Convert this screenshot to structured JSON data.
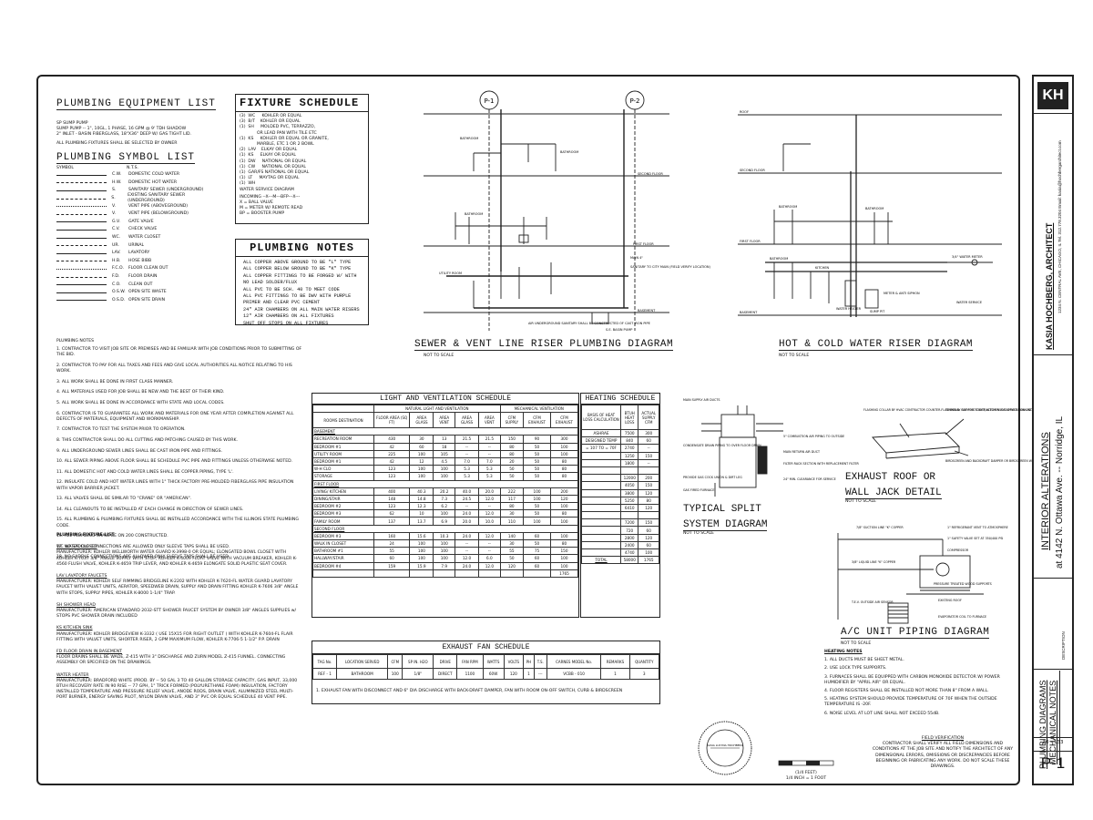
{
  "equipment": {
    "title": "PLUMBING EQUIPMENT LIST",
    "lines": [
      "SP     SUMP PUMP",
      "SUMP PUMP -- 1\", 10GL, 1 PHASE, 16 GPM @ 9' TDH SHADOW",
      "2\" INLET - BASIN FIBERGLASS, 18\"X36\" DEEP W/ GAS TIGHT LID.",
      "ALL PLUMBING FIXTURES SHALL BE SELECTED BY OWNER"
    ]
  },
  "symbols": {
    "title": "PLUMBING SYMBOL LIST",
    "header": [
      "SYMBOL",
      "N.T.S."
    ],
    "items": [
      {
        "code": "C.W.",
        "label": "DOMESTIC COLD WATER"
      },
      {
        "code": "H.W.",
        "label": "DOMESTIC HOT WATER"
      },
      {
        "code": "S.",
        "label": "SANITARY SEWER (UNDERGROUND)"
      },
      {
        "code": "S.",
        "label": "EXISTING SANITARY SEWER (UNDERGROUND)"
      },
      {
        "code": "V.",
        "label": "VENT PIPE (ABOVEGROUND)"
      },
      {
        "code": "V.",
        "label": "VENT PIPE (BELOWGROUND)"
      },
      {
        "code": "G.V.",
        "label": "GATE VALVE"
      },
      {
        "code": "C.V.",
        "label": "CHECK VALVE"
      },
      {
        "code": "WC.",
        "label": "WATER CLOSET"
      },
      {
        "code": "UR.",
        "label": "URINAL"
      },
      {
        "code": "LAV.",
        "label": "LAVATORY"
      },
      {
        "code": "H.B.",
        "label": "HOSE BIBB"
      },
      {
        "code": "F.C.O.",
        "label": "FLOOR CLEAN OUT"
      },
      {
        "code": "F.D.",
        "label": "FLOOR DRAIN"
      },
      {
        "code": "C.O.",
        "label": "CLEAN OUT"
      },
      {
        "code": "O.S.W.",
        "label": "OPEN SITE WASTE"
      },
      {
        "code": "O.S.D.",
        "label": "OPEN SITE DRAIN"
      }
    ]
  },
  "fixtures": {
    "title": "FIXTURE SCHEDULE",
    "lines": [
      "(3)  WC     KOHLER OR EQUAL",
      "(3)  B/T    KOHLER OR EQUAL",
      "(1)  SH     MOLDED PVC, TERRAZZO,",
      "             OR LEAD PAN WITH TILE ETC",
      "(1)  KS     KOHLER OR EQUAL OR GRANITE,",
      "             MARBLE, ETC 1 OR 2 BOWL",
      "(2)  LAV    ELKAY OR EQUAL",
      "(1)  KS     ELKAY OR EQUAL",
      "(1)  DW     NATIONAL OR EQUAL",
      "(1)  CW     NATIONAL OR EQUAL",
      "(1)  GAR/FS NATIONAL OR EQUAL",
      "(1)  LT     MAYTAG OR EQUAL",
      "(1)  WH",
      "WATER SERVICE DIAGRAM"
    ],
    "service_line": "INCOMING --X---M---BFP---X---",
    "legend": [
      "X = BALL VALVE",
      "M = METER W/ REMOTE READ",
      "BP = BOOSTER PUMP"
    ]
  },
  "plumbing_notes": {
    "title": "PLUMBING NOTES",
    "lines": [
      "ALL COPPER ABOVE GROUND TO BE \"L\" TYPE",
      "ALL COPPER BELOW GROUND TO BE \"K\" TYPE",
      "ALL COPPER FITTINGS TO BE FORGED W/ WITH",
      "NO LEAD SOLDER/FLUX",
      "ALL PVC TO BE SCH. 40 TO MEET CODE",
      "ALL PVC FITTINGS TO BE DWV WITH PURPLE",
      "PRIMER AND CLEAR PVC CEMENT",
      "24\" AIR CHAMBERS ON ALL MAIN WATER RISERS",
      "12\" AIR CHAMBERS ON ALL FIXTURES",
      "SHUT OFF STOPS ON ALL FIXTURES"
    ]
  },
  "general_notes": {
    "title": "PLUMBING NOTES",
    "items": [
      "1. CONTRACTOR TO VISIT JOB SITE OR PREMISES AND BE FAMILIAR WITH JOB CONDITIONS PRIOR TO SUBMITTING OF THE BID.",
      "2. CONTRACTOR TO PAY FOR ALL TAXES AND FEES AND GIVE LOCAL AUTHORITIES ALL NOTICE RELATING TO HIS WORK.",
      "3. ALL WORK SHALL BE DONE IN FIRST CLASS MANNER.",
      "4. ALL MATERIALS USED FOR JOB SHALL BE NEW AND THE BEST OF THEIR KIND.",
      "5. ALL WORK SHALL BE DONE IN ACCORDANCE WITH STATE AND LOCAL CODES.",
      "6. CONTRACTOR IS TO GUARANTEE ALL WORK AND MATERIALS FOR ONE YEAR AFTER COMPLETION AGAINST ALL DEFECTS OF MATERIALS, EQUIPMENT AND WORKMANSHIP.",
      "7. CONTRACTOR TO TEST THE SYSTEM PRIOR TO OPERATION.",
      "8. THIS CONTRACTOR SHALL DO ALL CUTTING AND PATCHING CAUSED BY THIS WORK.",
      "9. ALL UNDERGROUND SEWER LINES SHALL BE CAST IRON PIPE AND FITTINGS.",
      "10. ALL SEWER PIPING ABOVE FLOOR SHALL BE SCHEDULE PVC PIPE AND FITTINGS UNLESS OTHERWISE NOTED.",
      "11. ALL DOMESTIC HOT AND COLD WATER LINES SHALL BE COPPER PIPING, TYPE 'L'.",
      "12. INSULATE COLD AND HOT WATER LINES WITH 1\" THICK FACTORY PRE-MOLDED FIBERGLASS PIPE INSULATION WITH VAPOR BARRIER JACKET.",
      "13. ALL VALVES SHALL BE SIMILAR TO \"CRANE\" OR \"AMERICAN\".",
      "14. ALL CLEANOUTS TO BE INSTALLED AT EACH CHANGE IN DIRECTION OF SEWER LINES.",
      "15. ALL PLUMBING & PLUMBING FIXTURES SHALL BE INSTALLED ACCORDANCE WITH THE ILLINOIS STATE PLUMBING CODE.",
      "16. ALL PLUMBING SHALL BE ON 200 CONSTRUCTED.",
      "17. NO SADDLE CONNECTIONS ARE ALLOWED ONLY SLEEVE TAPS SHALL BE USED.",
      "18. NO SADDLE CONNECTIONS ARE ALLOWED ONLY SLEEVE TAPS SHALL BE USED."
    ]
  },
  "fixture_list": {
    "title": "PLUMBING FIXTURE LIST",
    "entries": [
      {
        "head": "WC    WATER CLOSET",
        "body": "MANUFACTURER: KOHLER WELLWORTH WATER GUARD K-3998-0 OR EQUAL; ELONGATED BOWL CLOSET WITH KOHLER K-7637 3/8\" ANGLE SUPPLY WITH STOP, KOHLER K-4009 FLOAT VALVE WITH VACUUM BREAKER, KOHLER K-4560 FLUSH VALVE, KOHLER K-4659 TRIP LEVER, AND KOHLER K-4659 ELONGATE SOLID PLASTIC SEAT COVER."
      },
      {
        "head": "LAV   LAVATORY FAUCETS",
        "body": "MANUFACTURER: KOHLER SELF RIMMING BRIDGELINE K-2202 WITH KOHLER K-7620-FL WATER GUARD LAVATORY FAUCET WITH VALVET UNITS, AERATOR, SPEEDWEB DRAIN, SUPPLY AND DRAIN FITTING KOHLER K-7606 3/8\" ANGLE WITH STOPS, SUPPLY PIPES, KOHLER K-8000 1-1/4\" TRAP."
      },
      {
        "head": "SH    SHOWER HEAD",
        "body": "MANUFACTURER: AMERICAN STANDARD 2032-STT SHOWER FAUCET SYSTEM BY OWNER 3/8\" ANGLES SUPPLIES w/ STOPS PVC SHOWER DRAIN INCLUDED"
      },
      {
        "head": "KS    KITCHEN SINK",
        "body": "MANUFACTURER: KOHLER BRIDGEVIEW K-3332 ( USE 15X15 FOR RIGHT OUTLET ) WITH KOHLER K-7604-FL FLAIR FITTING WITH VALVET UNITS, SHORTER RISER, 2 GPM MAXIMUM FLOW, KOHLER K-7706-5 1-1/2\" P.P. DRAIN"
      },
      {
        "head": "FD    FLOOR DRAIN IN BASEMENT",
        "body": "FLOOR DRAINS SHALL BE WADE, Z-415 WITH 3\" DISCHARGE AND ZURN MODEL Z-415 FUNNEL. CONNECTING ASSEMBLY OR SPECIFIED ON THE DRAWINGS."
      },
      {
        "head": "WATER HEATER",
        "body": "MANUFACTURER: BRADFORD WHITE (PROD. BY -- 50 GAL 3 TO 40 GALLON STORAGE CAPACITY, GAS INPUT, 33,000 BTUH RECOVERY RATE IN 90 RISE -- 77 GPH, 1\" TRICK FORMED (POLYURETHANE FOAM) INSULATION, FACTORY INSTALLED TEMPERATURE AND PRESSURE RELIEF VALVE, ANODE RODS, DRAIN VALVE, ALUMINIZED STEEL MULTI-PORT BURNER, ENERGY SAVING PILOT, NYLON DRAIN VALVE, AND 3\" PVC OR EQUAL SCHEDULE 40 VENT PIPE."
      }
    ]
  },
  "sewer": {
    "title": "SEWER & VENT LINE RISER PLUMBING DIAGRAM",
    "sub": "NOT TO SCALE",
    "marker1": "P-1",
    "marker2": "P-2",
    "labels": [
      "BATHROOM",
      "BATHROOM",
      "SECOND FLOOR",
      "BATHROOM",
      "FIRST FLOOR",
      "UTILITY ROOM",
      "BASEMENT",
      "AIR UNDERGROUND SANITARY SHALL BE CONSTRUCTED OF CAST IRON PIPE",
      "S.E. BASIN PUMP",
      "SANITARY TO CITY MAIN (FIELD VERIFY LOCATION)",
      "MAIN 4\""
    ]
  },
  "water": {
    "title": "HOT & COLD WATER RISER DIAGRAM",
    "sub": "NOT TO SCALE",
    "labels": [
      "ROOF",
      "SECOND FLOOR",
      "BATHROOM",
      "BATHROOM",
      "FIRST FLOOR",
      "BASEMENT",
      "BATHROOM",
      "KITCHEN",
      "METER & ANTI SIPHON",
      "WATER HEATER",
      "SUMP PIT",
      "3/4\" WATER METER",
      "WATER SERVICE"
    ]
  },
  "light_vent": {
    "title": "LIGHT AND VENTILATION SCHEDULE",
    "groups": [
      "NATURAL LIGHT AND VENTILATION",
      "MECHANICAL VENTILATION"
    ],
    "headers": [
      "ROOMS DESTINATION",
      "FLOOR AREA (SQ FT)",
      "AREA GLASS",
      "AREA VENT",
      "AREA GLASS",
      "AREA VENT",
      "CFM SUPPLY",
      "CFM EXHAUST",
      "CFM EXHAUST"
    ],
    "sections": [
      {
        "name": "BASEMENT",
        "rows": [
          [
            "RECREATION ROOM",
            "430",
            "30",
            "13",
            "21.5",
            "21.5",
            "150",
            "90",
            "300"
          ],
          [
            "BEDROOM #1",
            "42",
            "60",
            "18",
            "--",
            "--",
            "80",
            "50",
            "100"
          ],
          [
            "UTILITY ROOM",
            "225",
            "100",
            "105",
            "--",
            "--",
            "80",
            "50",
            "100"
          ],
          [
            "BEDROOM #1",
            "42",
            "12",
            "4.5",
            "7.0",
            "7.0",
            "20",
            "50",
            "80"
          ],
          [
            "W-H CLO",
            "123",
            "100",
            "100",
            "5.3",
            "5.3",
            "50",
            "50",
            "80"
          ],
          [
            "STORAGE",
            "123",
            "100",
            "100",
            "5.3",
            "5.3",
            "50",
            "50",
            "80"
          ]
        ]
      },
      {
        "name": "FIRST FLOOR",
        "rows": [
          [
            "LIVING/ KITCHEN",
            "400",
            "40.3",
            "20.2",
            "40.0",
            "20.0",
            "222",
            "100",
            "200"
          ],
          [
            "DINING/STAIR",
            "148",
            "14.8",
            "7.3",
            "24.5",
            "12.0",
            "117",
            "100",
            "120"
          ],
          [
            "BEDROOM #2",
            "123",
            "12.3",
            "6.2",
            "--",
            "--",
            "80",
            "50",
            "100"
          ],
          [
            "BEDROOM #3",
            "62",
            "10",
            "100",
            "24.0",
            "12.0",
            "30",
            "50",
            "80"
          ],
          [
            "FAMILY ROOM",
            "137",
            "13.7",
            "6.9",
            "20.0",
            "10.0",
            "110",
            "100",
            "100"
          ]
        ]
      },
      {
        "name": "SECOND FLOOR",
        "rows": [
          [
            "BEDROOM #3",
            "160",
            "15.6",
            "10.3",
            "24.0",
            "12.0",
            "140",
            "60",
            "100"
          ],
          [
            "WALK IN CLOSET",
            "24",
            "100",
            "100",
            "--",
            "--",
            "30",
            "50",
            "80"
          ],
          [
            "BATHROOM #1",
            "55",
            "100",
            "100",
            "--",
            "--",
            "55",
            "75",
            "150"
          ],
          [
            "HALLWAY/STAIR",
            "60",
            "100",
            "100",
            "12.0",
            "6.0",
            "50",
            "60",
            "100"
          ],
          [
            "BEDROOM #4",
            "159",
            "15.9",
            "7.9",
            "24.0",
            "12.0",
            "120",
            "60",
            "100"
          ]
        ]
      }
    ],
    "total": "1765"
  },
  "heating": {
    "title": "HEATING SCHEDULE",
    "headers": [
      "BASIS OF HEAT LOSS CALCULATION",
      "BTUH HEAT LOSS",
      "ACTUAL SUPPLY CFM"
    ],
    "basis": [
      "ASHRAE",
      "DESIGNED TEMP",
      "= 107 TO = 70F"
    ],
    "rows": [
      [
        "7500",
        "300"
      ],
      [
        "840",
        "60"
      ],
      [
        "2740",
        "--"
      ],
      [
        "1250",
        "150"
      ],
      [
        "1800",
        "--"
      ],
      [
        "",
        ""
      ],
      [
        "12000",
        "200"
      ],
      [
        "4050",
        "150"
      ],
      [
        "3800",
        "120"
      ],
      [
        "5250",
        "80"
      ],
      [
        "6410",
        "120"
      ],
      [
        "",
        ""
      ],
      [
        "7200",
        "150"
      ],
      [
        "720",
        "60"
      ],
      [
        "2800",
        "120"
      ],
      [
        "2400",
        "60"
      ],
      [
        "4740",
        "100"
      ],
      [
        "58000",
        "1765"
      ]
    ],
    "total_label": "TOTAL"
  },
  "exhaust": {
    "title": "EXHAUST FAN SCHEDULE",
    "headers": [
      "TAG No.",
      "LOCATION SERVED",
      "CFM",
      "SP IN. H2O",
      "DRIVE",
      "FAN RPM",
      "WATTS",
      "VOLTS",
      "PH",
      "T.S.",
      "CARNES MODEL No.",
      "REMARKS",
      "QUANTITY"
    ],
    "row": [
      "REF - 1",
      "BATHROOM",
      "100",
      "1/8\"",
      "DIRECT",
      "1100",
      "60W",
      "120",
      "1",
      "---",
      "VCBB - 010",
      "1",
      "3"
    ],
    "footnote": "1.  EXHAUST FAN WITH DISCONNECT AND 6\" DIA DISCHARGE WITH BACK-DRAFT DAMPER, FAN WITH ROOM ON-OFF SWITCH, CURB & BIRDSCREEN"
  },
  "split": {
    "title1": "TYPICAL SPLIT",
    "title2": "SYSTEM DIAGRAM",
    "sub": "NOT TO SCALE",
    "labels": [
      "MAIN SUPPLY AIR DUCTS",
      "CONDENSATE DRAIN PIPING TO OVER FLOOR DRAIN",
      "PROVIDE GAS COCK UNION & DIRT LEG",
      "GAS FIRED FURNACE",
      "5\" COMBUSTION AIR PIPING TO OUTSIDE",
      "MAIN RETURN AIR DUCT",
      "FILTER RACK SECTION WITH REPLACEMENT FILTER",
      "24\" MIN. CLEARANCE FOR SERVICE"
    ]
  },
  "exhaust_roof": {
    "title1": "EXHAUST ROOF OR",
    "title2": "WALL JACK DETAIL",
    "sub": "NOT TO SCALE",
    "labels": [
      "FLASHING COLLAR BY HVAC CONTRACTOR COUNTER-FLASHING BY ROOFING CONTRACTOR ROOF APPLICATION ONLY",
      "TERMINAL CAP FOR TOILET, KITCHEN AND DRYER EXHAUST, TERMINATE AT WALL",
      "BIRDSCREEN AND BACKDRAFT DAMPER OR BIRDSCREEN WHEN USED FOR DRYER VENT"
    ]
  },
  "ac": {
    "title": "A/C UNIT PIPING DIAGRAM",
    "sub": "NOT TO SCALE",
    "labels": [
      "7/8\" SUCTION LINE \"K\" COPPER",
      "1\" REFRIGERANT VENT TO ATMOSPHERE",
      "1\" SAFETY VALVE SET AT 350/400 PSI",
      "COMPRESSOR",
      "3/8\" LIQUID LINE \"K\" COPPER",
      "PRESSURE TREATED WOOD SUPPORTS",
      "EXISTING ROOF",
      "T.E.V. OUTSIDE AIR SENSOR",
      "EVAPORATOR COIL TO FURNACE"
    ]
  },
  "heating_notes": {
    "title": "HEATING NOTES",
    "items": [
      "1. ALL DUCTS MUST BE SHEET METAL.",
      "2. USE LOCK TYPE SUPPORTS.",
      "3. FURNACES SHALL BE EQUIPPED WITH CARBON MONOXIDE DETECTOR W/ POWER HUMIDIFIER BY \"APRIL AIR\" OR EQUAL.",
      "4. FLOOR REGISTERS SHALL BE INSTALLED NOT MORE THAN 8\" FROM A WALL.",
      "5. HEATING SYSTEM SHOULD PROVIDE TEMPERATURE OF 70F WHEN THE OUTSIDE TEMPERATURE IS -20F.",
      "6. NOISE LEVEL AT LOT LINE SHALL NOT EXCEED 55dB."
    ]
  },
  "field_verification": {
    "title": "FIELD VERIFICATION",
    "text": "CONTRACTOR SHALL VERIFY ALL FIELD DIMENSIONS AND CONDITIONS AT THE JOB SITE AND NOTIFY THE ARCHITECT OF ANY DIMENSIONAL ERRORS, OMISSIONS OR DISCREPANCIES BEFORE BEGINNING OR FABRICATING ANY WORK. DO NOT SCALE THESE DRAWINGS."
  },
  "scale": {
    "label": "(1/4 FEET)",
    "value": "1/4 INCH = 1 FOOT"
  },
  "seal": {
    "text": "KASIA LUCYNA HOCHBERG 001-019866 LICENSED ARCHITECT STATE OF ILLINOIS"
  },
  "title_block": {
    "logo": "KH",
    "firm": "KASIA HOCHBERG, ARCHITECT",
    "firm_details": "1234 N. CENTRAL AVE, CHICAGO, IL  Tel. 312.778.3204  Email: kasia@hochbergarchitect.com",
    "project": "INTERIOR ALTERATIONS",
    "address": "at 4142 N. Ottawa Ave. -- Norridge, IL",
    "revisions_label": "DESCRIPTION",
    "drawing_title1": "PLUMBING DIAGRAMS",
    "drawing_title2": "MECHANICAL NOTES",
    "job_number": "20 - 133",
    "sheet": "P-1"
  },
  "colors": {
    "line": "#222222",
    "paper": "#ffffff",
    "frame": "#222222"
  }
}
